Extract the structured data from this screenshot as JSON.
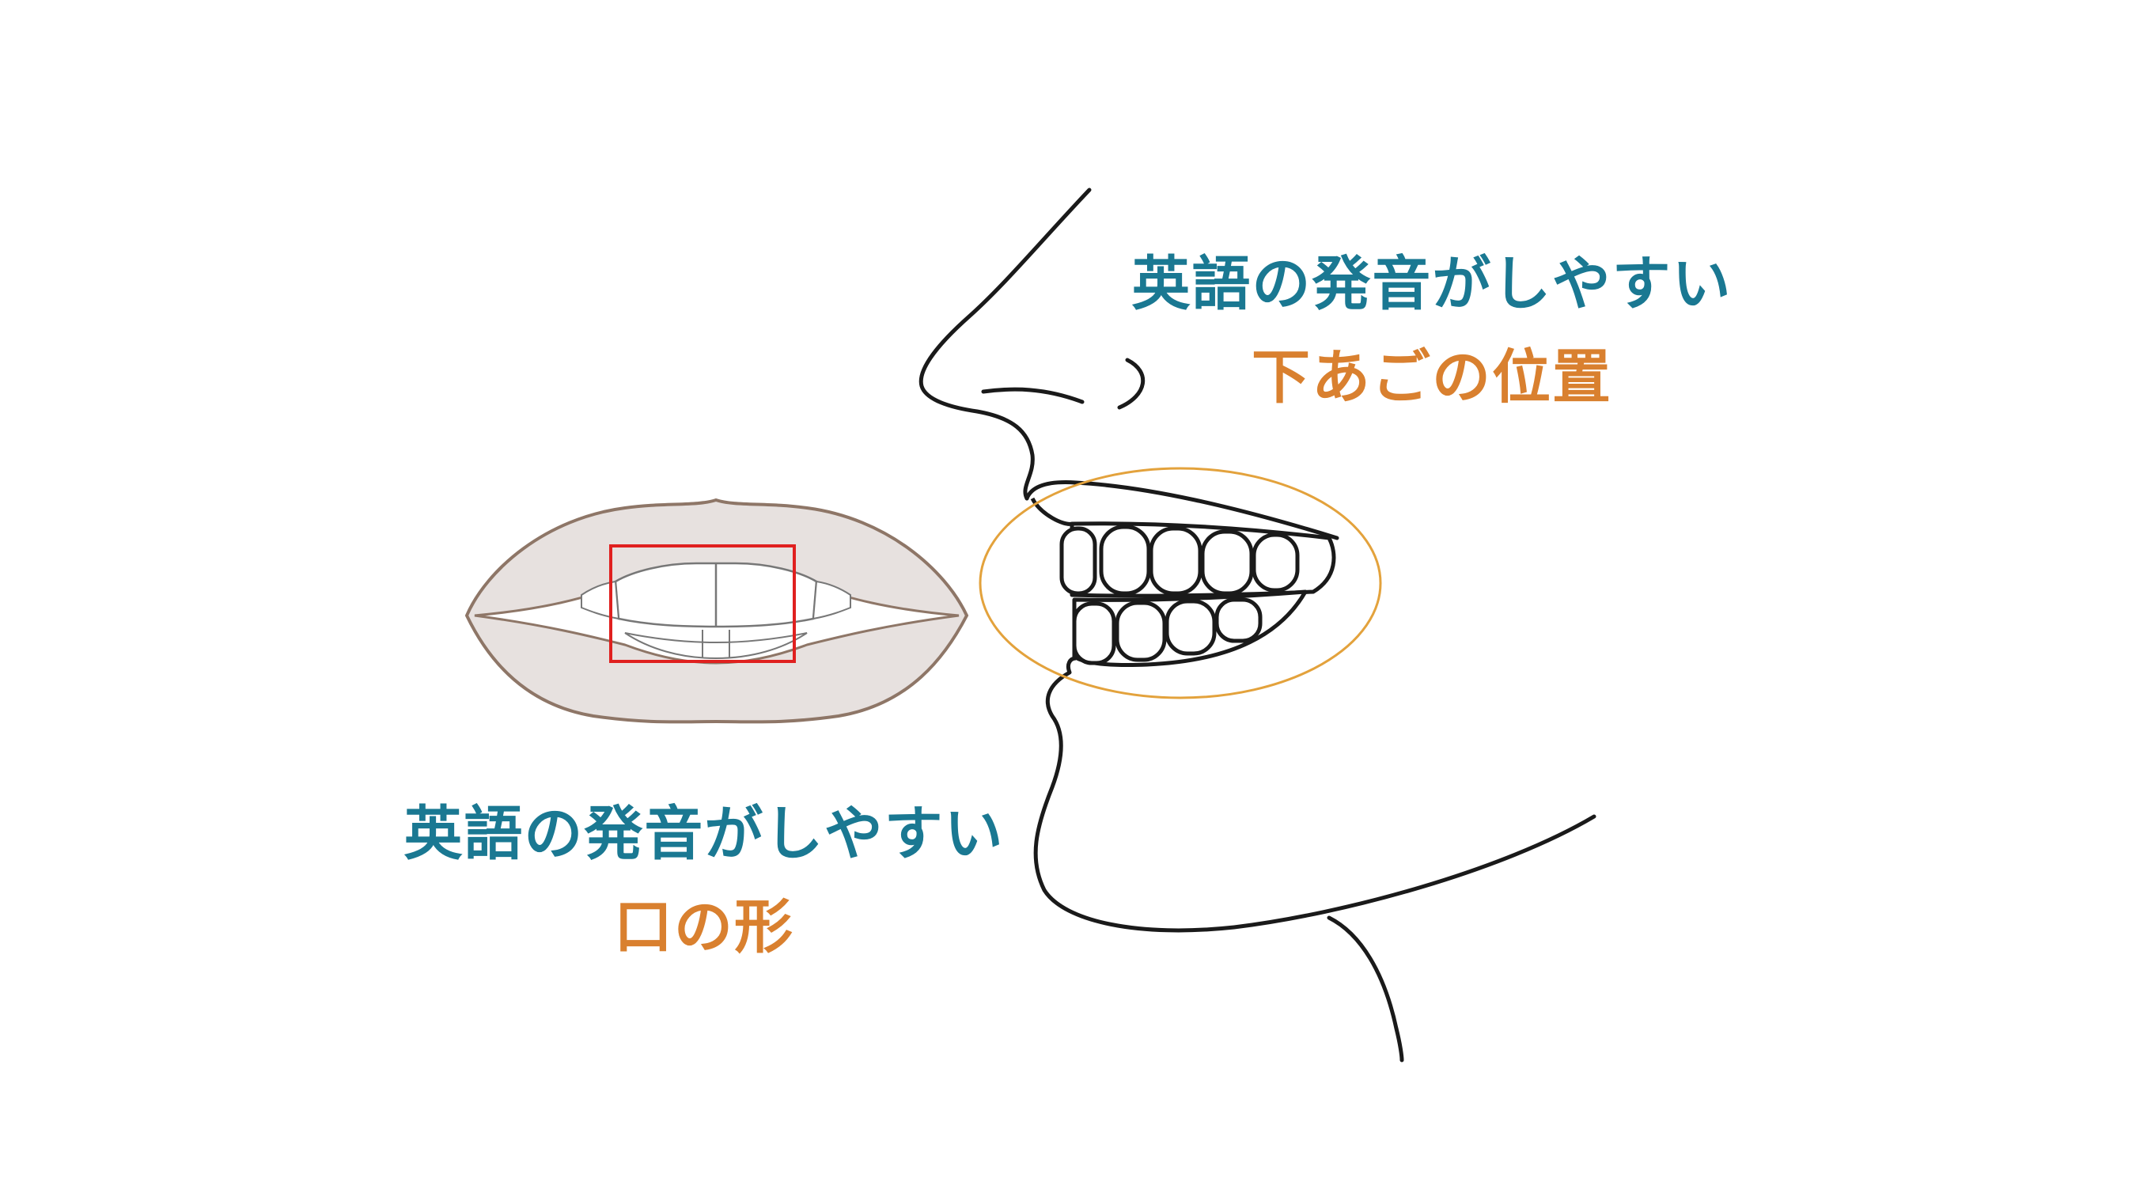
{
  "captions": {
    "jaw": {
      "line1": "英語の発音がしやすい",
      "line2": "下あごの位置"
    },
    "mouth": {
      "line1": "英語の発音がしやすい",
      "line2": "口の形"
    }
  },
  "colors": {
    "caption_primary": "#1a7892",
    "caption_accent": "#d9802f",
    "highlight_box": "#e0201f",
    "highlight_ellipse": "#e3a23c",
    "lip_fill": "#e7e1df",
    "line": "#1a1a1a"
  }
}
